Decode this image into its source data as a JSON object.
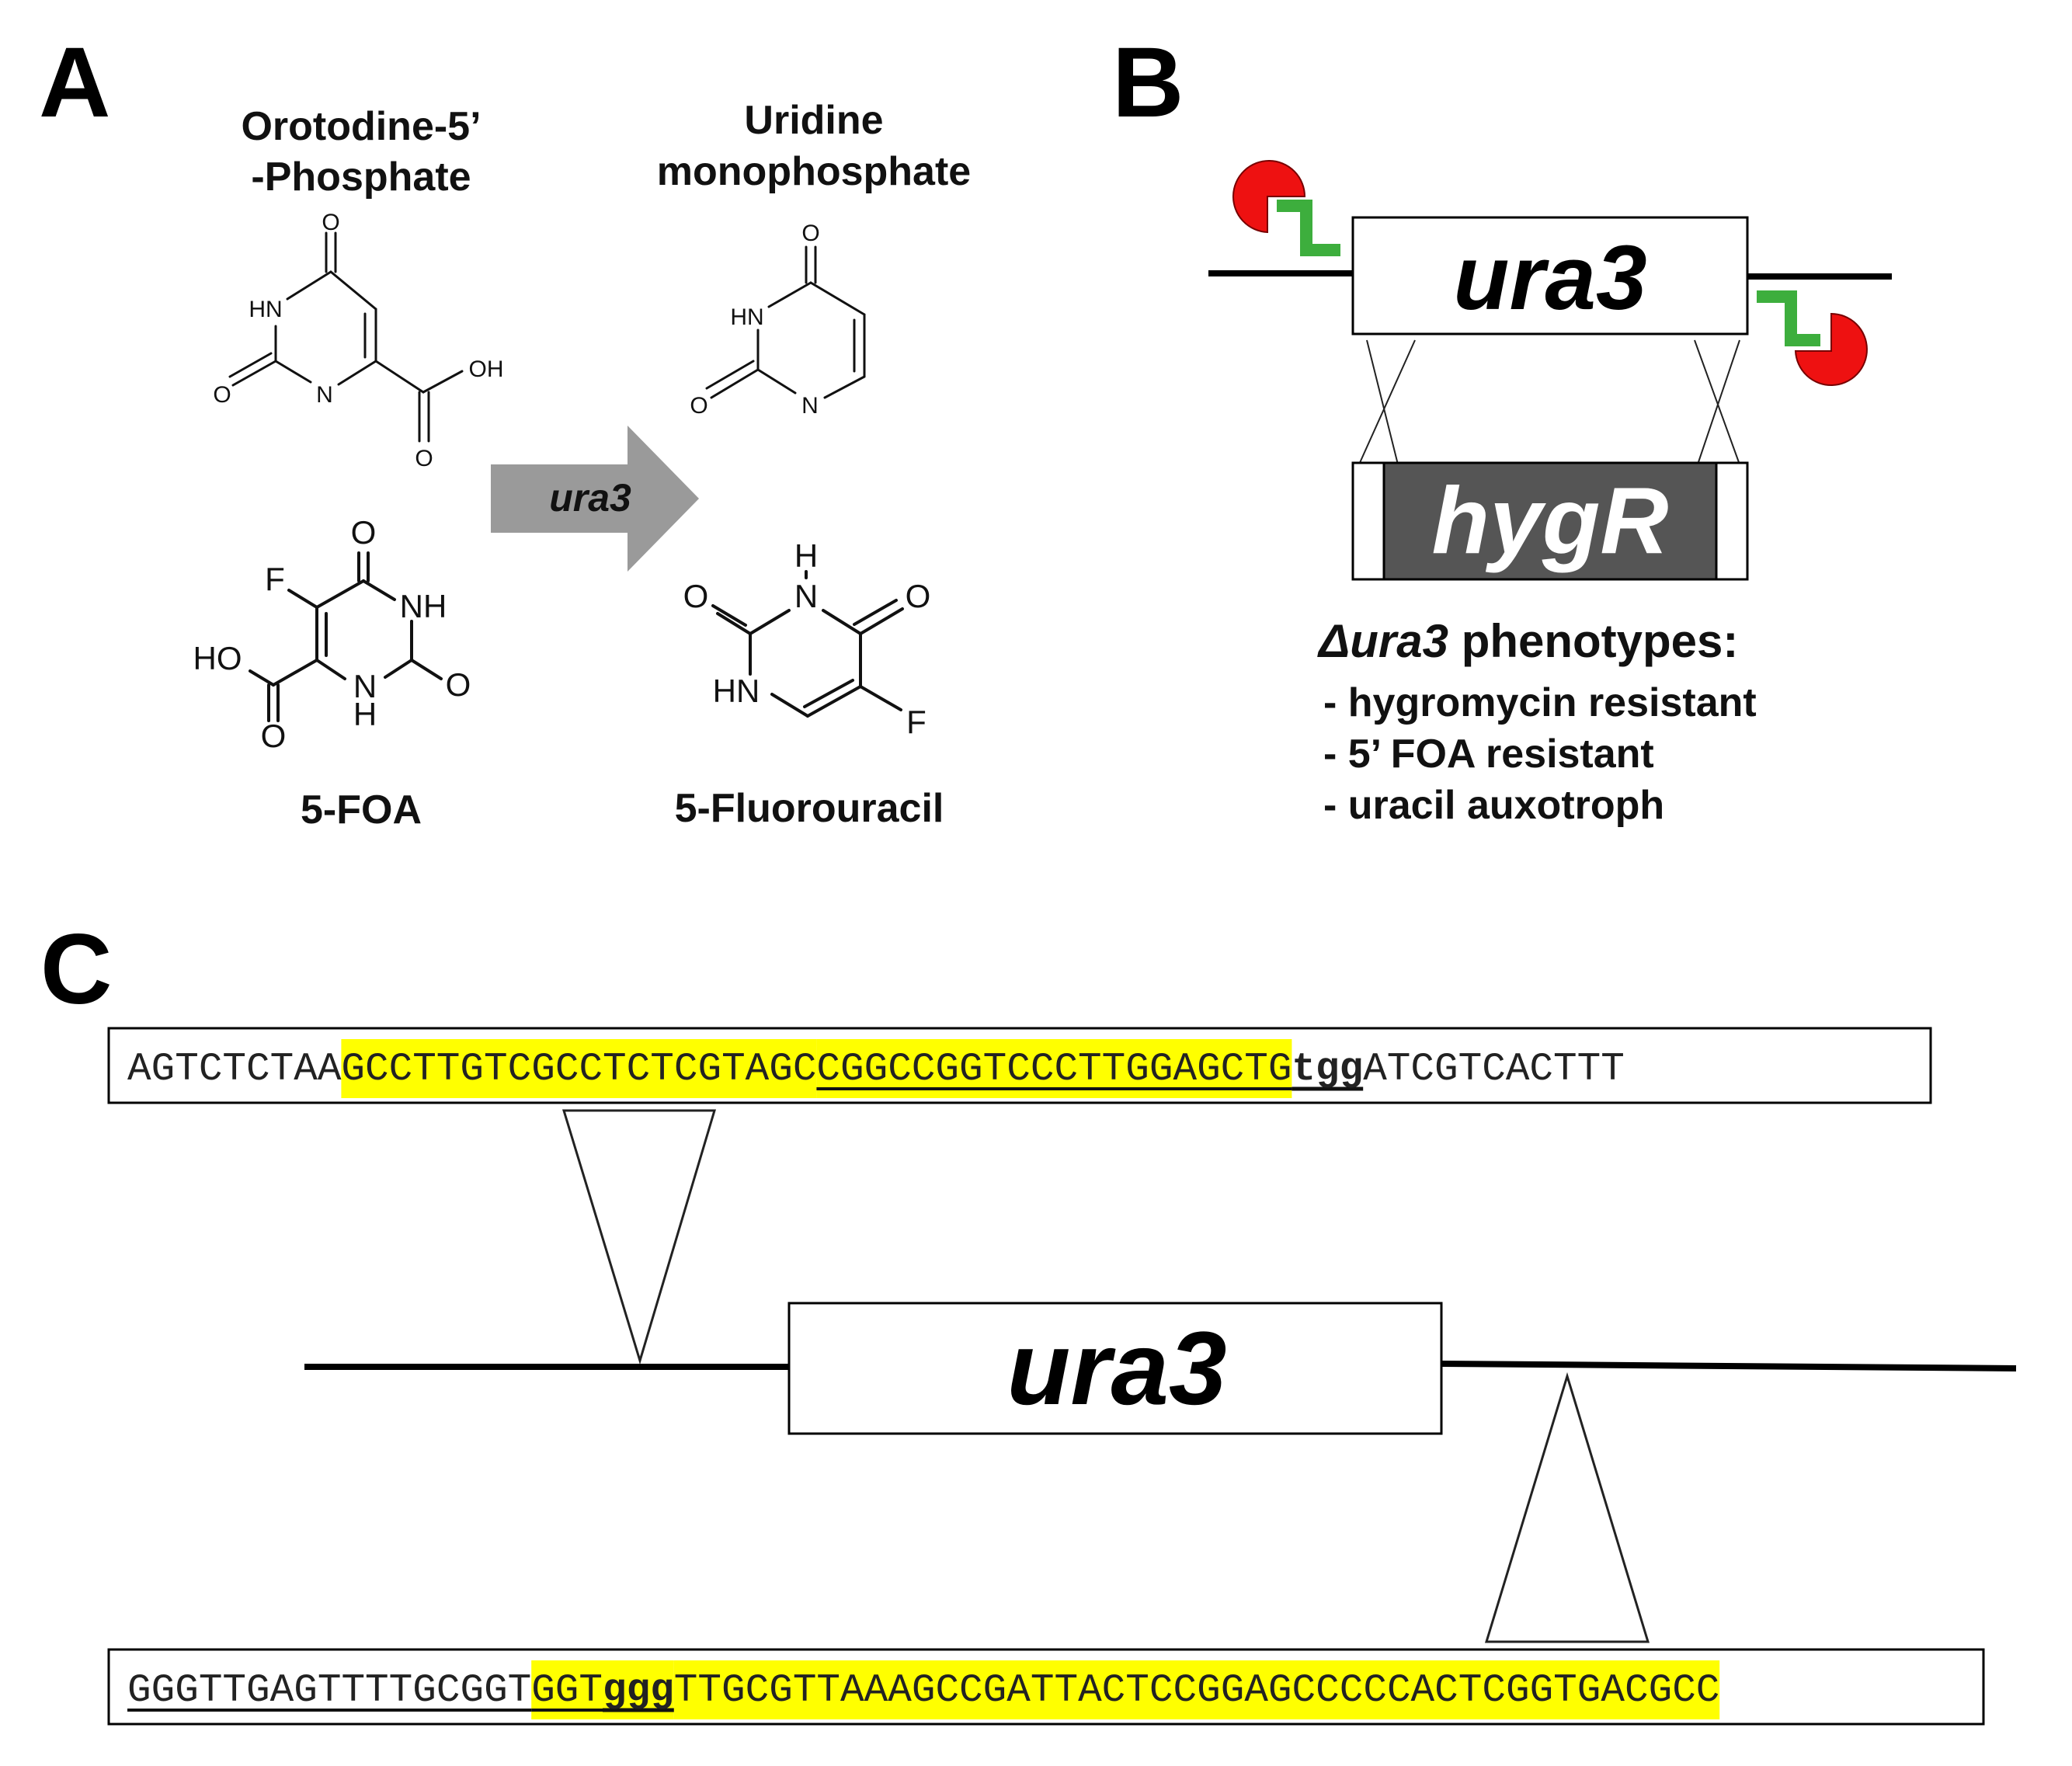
{
  "panels": {
    "a": "A",
    "b": "B",
    "c": "C"
  },
  "panel_a": {
    "reactant_top": [
      "Orotodine-5’",
      "-Phosphate"
    ],
    "product_top": [
      "Uridine",
      "monophosphate"
    ],
    "reactant_bottom": "5-FOA",
    "product_bottom": "5-Fluorouracil",
    "enzyme_arrow_label": "ura3",
    "arrow_color": "#9a9a9a",
    "atoms": {
      "o": "O",
      "hn": "HN",
      "n": "N",
      "oh": "OH",
      "f": "F",
      "nh": "NH",
      "ho": "HO",
      "h": "H"
    }
  },
  "panel_b": {
    "gene": "ura3",
    "marker": "hygR",
    "phenotype_title_italic": "Δura3",
    "phenotype_title_rest": " phenotypes:",
    "phenotypes": [
      "- hygromycin resistant",
      "- 5’ FOA resistant",
      "- uracil auxotroph"
    ],
    "colors": {
      "cas9": "#ee1111",
      "guide": "#3dae3d",
      "marker_fill": "#555555"
    }
  },
  "panel_c": {
    "gene": "ura3",
    "highlight_color": "#ffff00",
    "seq_top": [
      {
        "text": "AGTCTCTAA",
        "highlight": false,
        "underline": false,
        "bold": false
      },
      {
        "text": "GCCTTGTCGCCTCTCGTAGC",
        "highlight": true,
        "underline": false,
        "bold": false
      },
      {
        "text": "CGGCCGGTCCCTTGGAGCTG",
        "highlight": true,
        "underline": true,
        "bold": false
      },
      {
        "text": "tgg",
        "highlight": false,
        "underline": true,
        "bold": true
      },
      {
        "text": "ATCGTCACTTT",
        "highlight": false,
        "underline": false,
        "bold": false
      }
    ],
    "seq_bottom": [
      {
        "text": "GGGTTGAGTTTTGCGGT",
        "highlight": false,
        "underline": true,
        "bold": false
      },
      {
        "text": "GGT",
        "highlight": true,
        "underline": true,
        "bold": false
      },
      {
        "text": "ggg",
        "highlight": true,
        "underline": true,
        "bold": true
      },
      {
        "text": "TTGCGTTAAAGCCGATTACTCCGGAGCCCCCACTCGGTGACGCC",
        "highlight": true,
        "underline": false,
        "bold": false
      }
    ]
  }
}
